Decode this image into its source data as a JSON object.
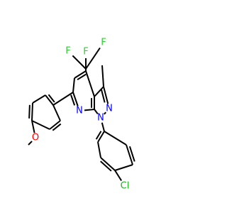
{
  "molecule": {
    "name": "",
    "colors": {
      "bond": "#000000",
      "F": "#33cc33",
      "N": "#0000ff",
      "O": "#ff0000",
      "Cl": "#1fb31f"
    },
    "atoms": [
      {
        "id": "F1",
        "element": "F",
        "label": "F"
      },
      {
        "id": "F2",
        "element": "F",
        "label": "F"
      },
      {
        "id": "F3",
        "element": "F",
        "label": "F"
      },
      {
        "id": "N1",
        "element": "N",
        "label": "N"
      },
      {
        "id": "N2",
        "element": "N",
        "label": "N"
      },
      {
        "id": "N7",
        "element": "N",
        "label": "N"
      },
      {
        "id": "O1",
        "element": "O",
        "label": "O"
      },
      {
        "id": "Cl1",
        "element": "Cl",
        "label": "Cl"
      }
    ]
  }
}
